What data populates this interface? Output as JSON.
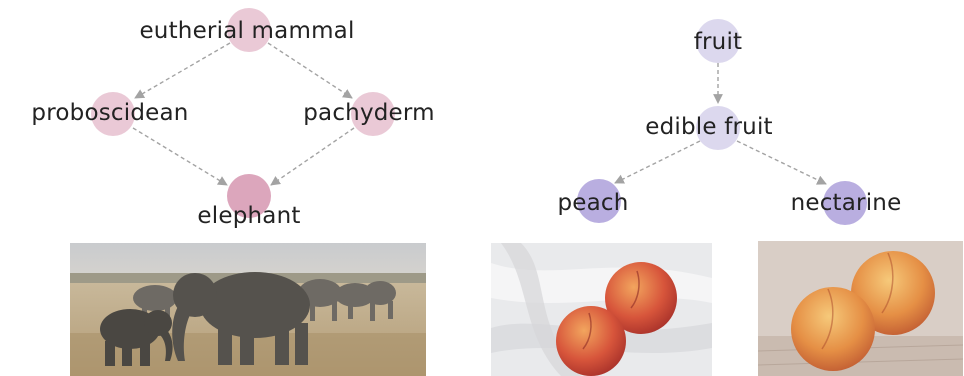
{
  "colors": {
    "mammal_node": "#EAC9D6",
    "elephant_node": "#DCA6BC",
    "fruit_node": "#DCD8EE",
    "leaf_fruit_node": "#B9AEE0",
    "edge": "#A3A3A3"
  },
  "left_graph": {
    "nodes": [
      {
        "id": "eutherial",
        "label": "eutherial mammal"
      },
      {
        "id": "proboscidean",
        "label": "proboscidean"
      },
      {
        "id": "pachyderm",
        "label": "pachyderm"
      },
      {
        "id": "elephant",
        "label": "elephant"
      }
    ],
    "edges": [
      [
        "eutherial",
        "proboscidean"
      ],
      [
        "eutherial",
        "pachyderm"
      ],
      [
        "proboscidean",
        "elephant"
      ],
      [
        "pachyderm",
        "elephant"
      ]
    ]
  },
  "right_graph": {
    "nodes": [
      {
        "id": "fruit",
        "label": "fruit"
      },
      {
        "id": "edible",
        "label": "edible fruit"
      },
      {
        "id": "peach",
        "label": "peach"
      },
      {
        "id": "nectarine",
        "label": "nectarine"
      }
    ],
    "edges": [
      [
        "fruit",
        "edible"
      ],
      [
        "edible",
        "peach"
      ],
      [
        "edible",
        "nectarine"
      ]
    ]
  },
  "images": [
    {
      "id": "elephant-photo",
      "icon": "elephant-herd-photo"
    },
    {
      "id": "peach-photo",
      "icon": "peaches-on-cloth-photo"
    },
    {
      "id": "nectarine-photo",
      "icon": "nectarines-on-table-photo"
    }
  ]
}
